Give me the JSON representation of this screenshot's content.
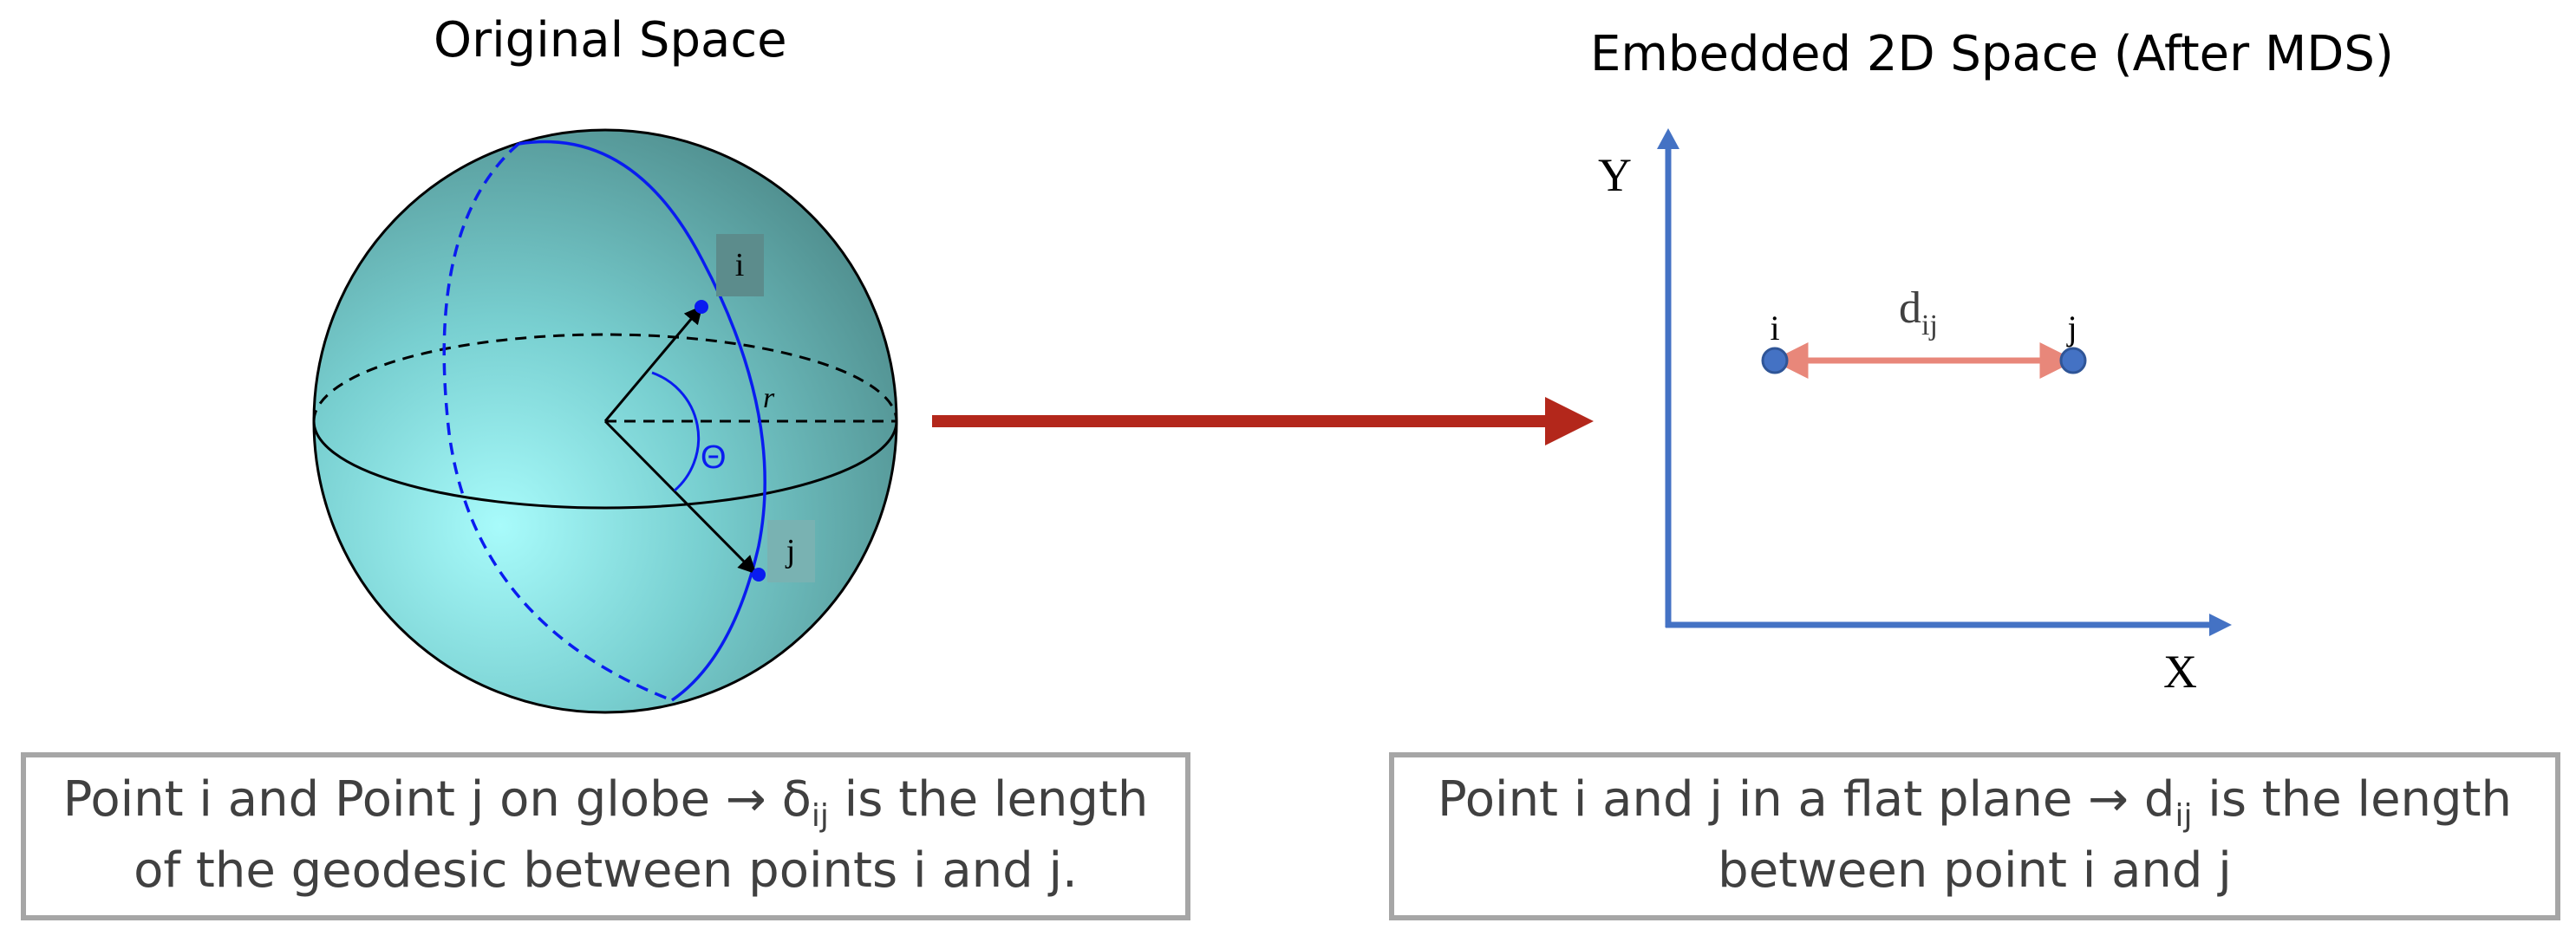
{
  "left_panel": {
    "title": "Original Space",
    "point_i_label": "i",
    "point_j_label": "j",
    "radius_label": "r",
    "angle_label": "Θ"
  },
  "right_panel": {
    "title": "Embedded 2D Space (After MDS)",
    "y_axis_label": "Y",
    "x_axis_label": "X",
    "point_i_label": "i",
    "point_j_label": "j",
    "distance_label_main": "d",
    "distance_label_sub": "ij"
  },
  "captions": {
    "left": {
      "line1_start": "Point i and Point j on globe ",
      "arrow": "→",
      "symbol": " δ",
      "symbol_sub": "ij",
      "line1_end": " is the length",
      "line2": "of the geodesic between points i and j."
    },
    "right": {
      "line1_start": "Point i and j in a flat plane ",
      "arrow": "→",
      "symbol": " d",
      "symbol_sub": "ij",
      "line1_end": " is the length",
      "line2": "between point i and j"
    }
  },
  "colors": {
    "sphere_light": "#a8fbfb",
    "sphere_dark": "#4f8d8d",
    "geodesic_blue": "#0a1cf0",
    "transition_arrow": "#b3271b",
    "axis_blue": "#4472c4",
    "point_fill": "#4472c4",
    "distance_arrow": "#e8877a",
    "caption_border": "#a6a6a6"
  }
}
